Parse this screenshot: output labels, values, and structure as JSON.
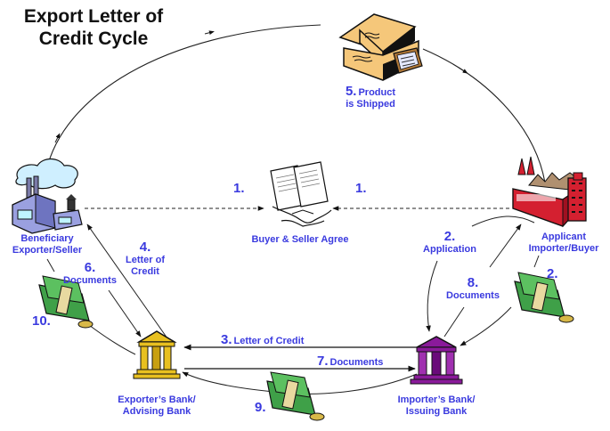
{
  "title": {
    "line1": "Export Letter of",
    "line2": "Credit Cycle"
  },
  "colors": {
    "label_blue": "#3a3adf",
    "exporter_bank_gold": "#e8c020",
    "importer_bank_purple": "#8a1a9a",
    "importer_factory_red": "#d42030",
    "money_green": "#3fa048",
    "boxes_tan": "#f5c77a",
    "exporter_factory_lavender": "#9aa0e0"
  },
  "nodes": {
    "exporter": {
      "icon": "factory-icon",
      "line1": "Beneficiary",
      "line2": "Exporter/Seller"
    },
    "importer": {
      "icon": "factory-icon",
      "line1": "Applicant",
      "line2": "Importer/Buyer"
    },
    "agreement": {
      "icon": "handshake-contract-icon",
      "label": "Buyer & Seller Agree"
    },
    "shipment": {
      "icon": "shipping-boxes-icon"
    },
    "exporter_bank": {
      "icon": "bank-icon",
      "line1": "Exporter’s Bank/",
      "line2": "Advising Bank"
    },
    "importer_bank": {
      "icon": "bank-icon",
      "line1": "Importer’s Bank/",
      "line2": "Issuing Bank"
    }
  },
  "steps": {
    "s1_left": {
      "num": "1."
    },
    "s1_right": {
      "num": "1."
    },
    "s2_app": {
      "num": "2.",
      "label": "Application"
    },
    "s2_pay": {
      "num": "2."
    },
    "s3": {
      "num": "3.",
      "label": "Letter of Credit"
    },
    "s4": {
      "num": "4.",
      "line1": "Letter of",
      "line2": "Credit"
    },
    "s5": {
      "num": "5.",
      "line1": "Product",
      "line2": "is Shipped"
    },
    "s6": {
      "num": "6.",
      "label": "Documents"
    },
    "s7": {
      "num": "7.",
      "label": "Documents"
    },
    "s8": {
      "num": "8.",
      "label": "Documents"
    },
    "s9": {
      "num": "9."
    },
    "s10": {
      "num": "10."
    }
  }
}
